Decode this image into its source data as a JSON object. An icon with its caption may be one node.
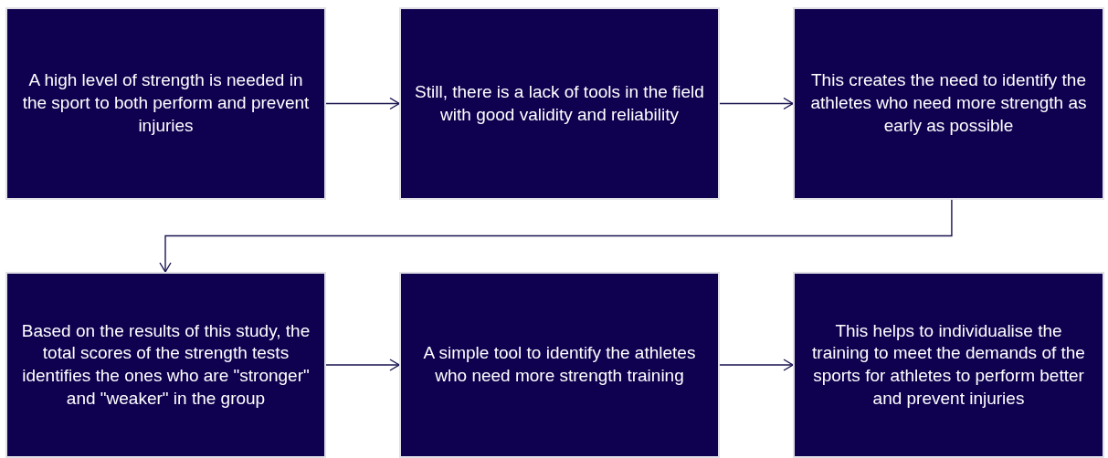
{
  "diagram": {
    "nodes": [
      {
        "text": [
          "A high level of strength is needed in the sport to both perform and prevent injuries"
        ]
      },
      {
        "text": [
          "Still, there is a lack of tools in the field with good validity and reliability"
        ]
      },
      {
        "text": [
          "This creates the need to identify the athletes who need more strength as early as possible"
        ]
      },
      {
        "text": [
          "Based on the results of this study, the total scores of the strength tests identifies the ones who are \"stronger\" and \"weaker\" in the group"
        ]
      },
      {
        "text": [
          "A simple tool to identify the athletes who need more strength training"
        ]
      },
      {
        "text": [
          "This helps to individualise the training to meet the demands of the sports for athletes to perform better and prevent injuries"
        ]
      }
    ],
    "edges": [
      {
        "from": 0,
        "to": 1,
        "arrow": "to"
      },
      {
        "from": 1,
        "to": 2,
        "arrow": "to"
      },
      {
        "from": 2,
        "to": 3,
        "arrow": "to"
      },
      {
        "from": 3,
        "to": 4,
        "arrow": "to"
      },
      {
        "from": 4,
        "to": 5,
        "arrow": "to"
      }
    ]
  }
}
